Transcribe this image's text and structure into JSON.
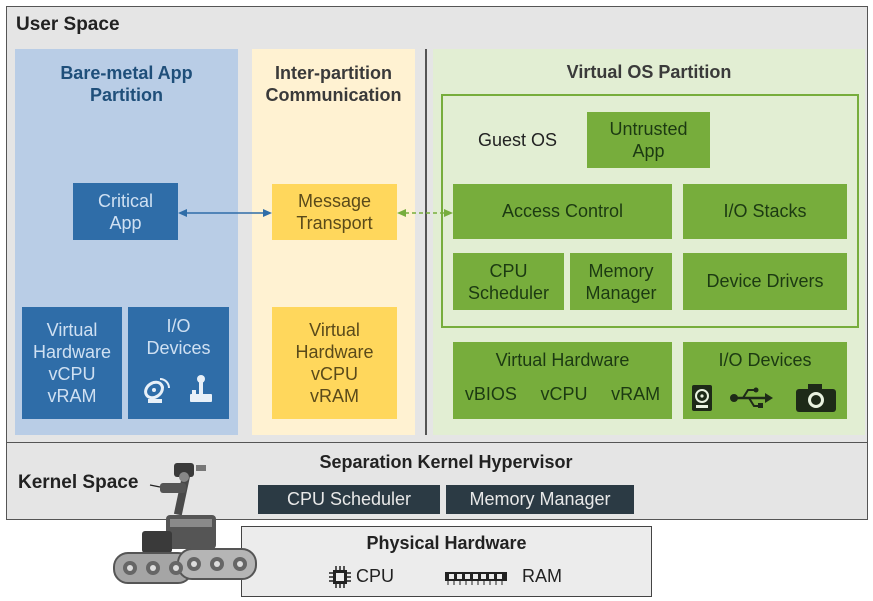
{
  "user_space": {
    "label": "User Space"
  },
  "bare_metal": {
    "title_line1": "Bare-metal App",
    "title_line2": "Partition",
    "critical_app_line1": "Critical",
    "critical_app_line2": "App",
    "virtual_hw_lines": [
      "Virtual",
      "Hardware",
      "vCPU",
      "vRAM"
    ],
    "io_devices_lines": [
      "I/O",
      "Devices"
    ]
  },
  "ipc": {
    "title_line1": "Inter-partition",
    "title_line2": "Communication",
    "transport_line1": "Message",
    "transport_line2": "Transport",
    "virtual_hw_lines": [
      "Virtual",
      "Hardware",
      "vCPU",
      "vRAM"
    ]
  },
  "vos": {
    "title": "Virtual OS Partition",
    "guest_os": "Guest OS",
    "untrusted_line1": "Untrusted",
    "untrusted_line2": "App",
    "access_control": "Access Control",
    "io_stacks": "I/O Stacks",
    "cpu_sched_line1": "CPU",
    "cpu_sched_line2": "Scheduler",
    "mem_mgr_line1": "Memory",
    "mem_mgr_line2": "Manager",
    "device_drivers": "Device Drivers",
    "virtual_hw_title": "Virtual Hardware",
    "virtual_hw_items": [
      "vBIOS",
      "vCPU",
      "vRAM"
    ],
    "io_devices_title": "I/O Devices"
  },
  "kernel": {
    "label": "Kernel Space",
    "hypervisor": "Separation Kernel Hypervisor",
    "cpu_scheduler": "CPU Scheduler",
    "memory_manager": "Memory Manager"
  },
  "physical": {
    "title": "Physical Hardware",
    "cpu": "CPU",
    "ram": "RAM"
  },
  "colors": {
    "bare_metal_bg": "#b9cde6",
    "ipc_bg": "#fff2d2",
    "vos_bg": "#e2eed3",
    "dark_blue": "#2f6da8",
    "yellow": "#ffd75c",
    "green": "#77ad3c",
    "dark_bar": "#2b3a44"
  }
}
